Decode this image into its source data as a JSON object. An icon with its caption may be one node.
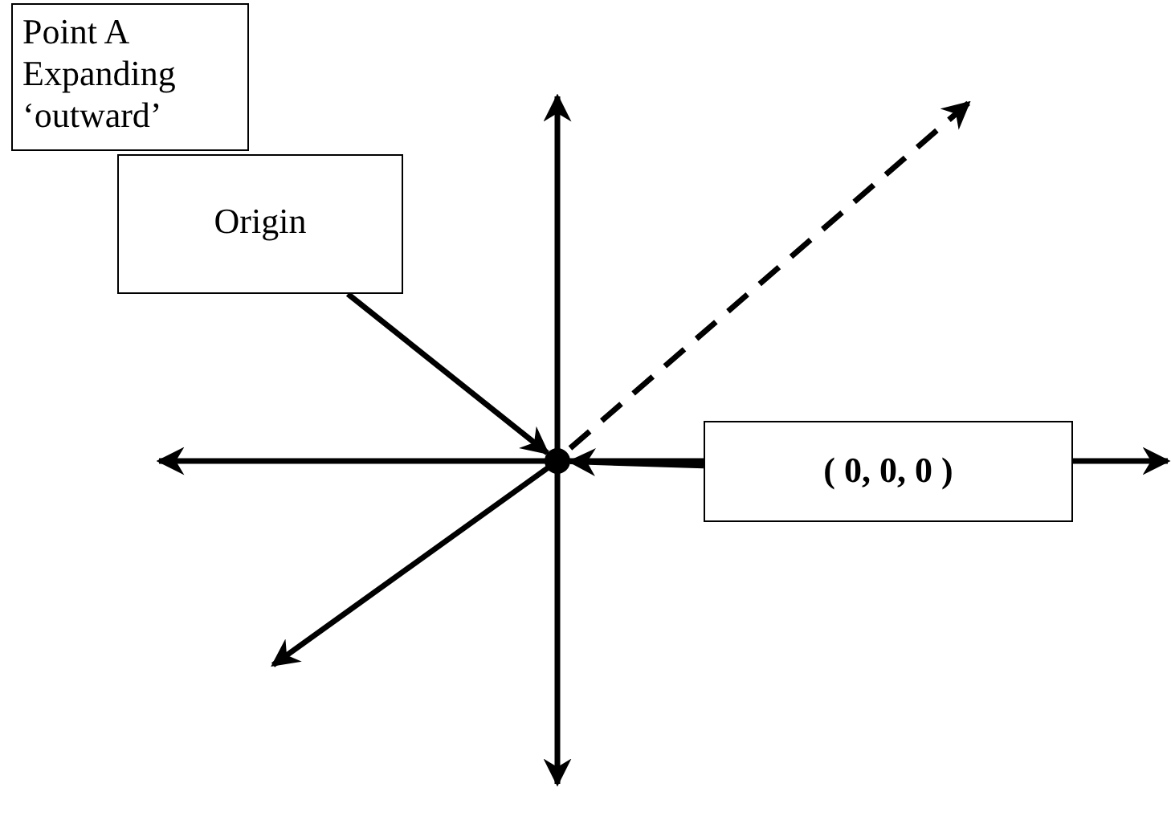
{
  "diagram": {
    "nodes": [
      {
        "text": [
          "Point A Expanding ‘outward’"
        ]
      },
      {
        "text": [
          "Origin"
        ]
      },
      {
        "text": [
          "( 0, 0, 0 )"
        ]
      },
      {
        "text": [],
        "shape": "circle"
      }
    ],
    "edges": [
      {
        "from": 1,
        "to": 3,
        "arrow": "to"
      },
      {
        "from": 2,
        "to": 3,
        "arrow": "to"
      }
    ]
  }
}
